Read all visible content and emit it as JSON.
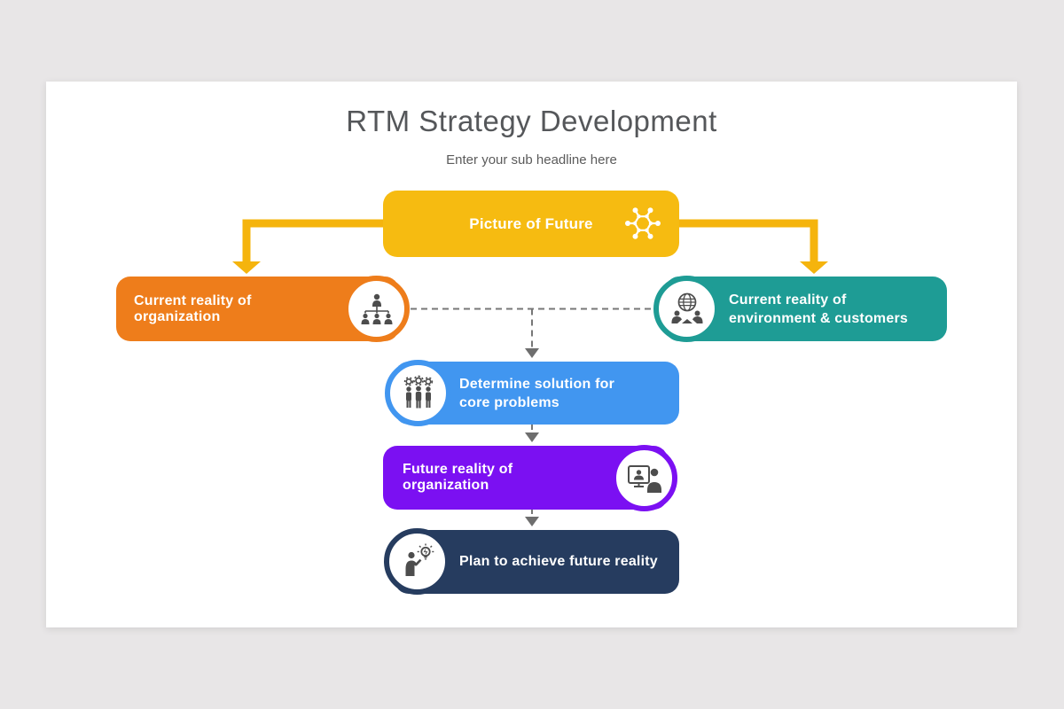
{
  "slide": {
    "title": "RTM Strategy Development",
    "subtitle": "Enter your sub headline here"
  },
  "nodes": {
    "picture_of_future": {
      "label": "Picture of Future",
      "icon": "molecule-icon",
      "color": "#f6bb11"
    },
    "current_org": {
      "label": "Current reality of organization",
      "icon": "org-chart-icon",
      "color": "#ee7d1b"
    },
    "current_env": {
      "line1": "Current reality of",
      "line2": "environment & customers",
      "icon": "globe-people-icon",
      "color": "#1e9c95"
    },
    "solution": {
      "line1": "Determine solution for",
      "line2": "core problems",
      "icon": "team-gears-icon",
      "color": "#4196f0"
    },
    "future_org": {
      "label": "Future reality of organization",
      "icon": "presentation-person-icon",
      "color": "#7b10f2"
    },
    "plan": {
      "label": "Plan to achieve future reality",
      "icon": "idea-person-icon",
      "color": "#263c5f"
    }
  },
  "connectors": {
    "arrow_color": "#f5b40d",
    "dashed_color": "#777777"
  }
}
